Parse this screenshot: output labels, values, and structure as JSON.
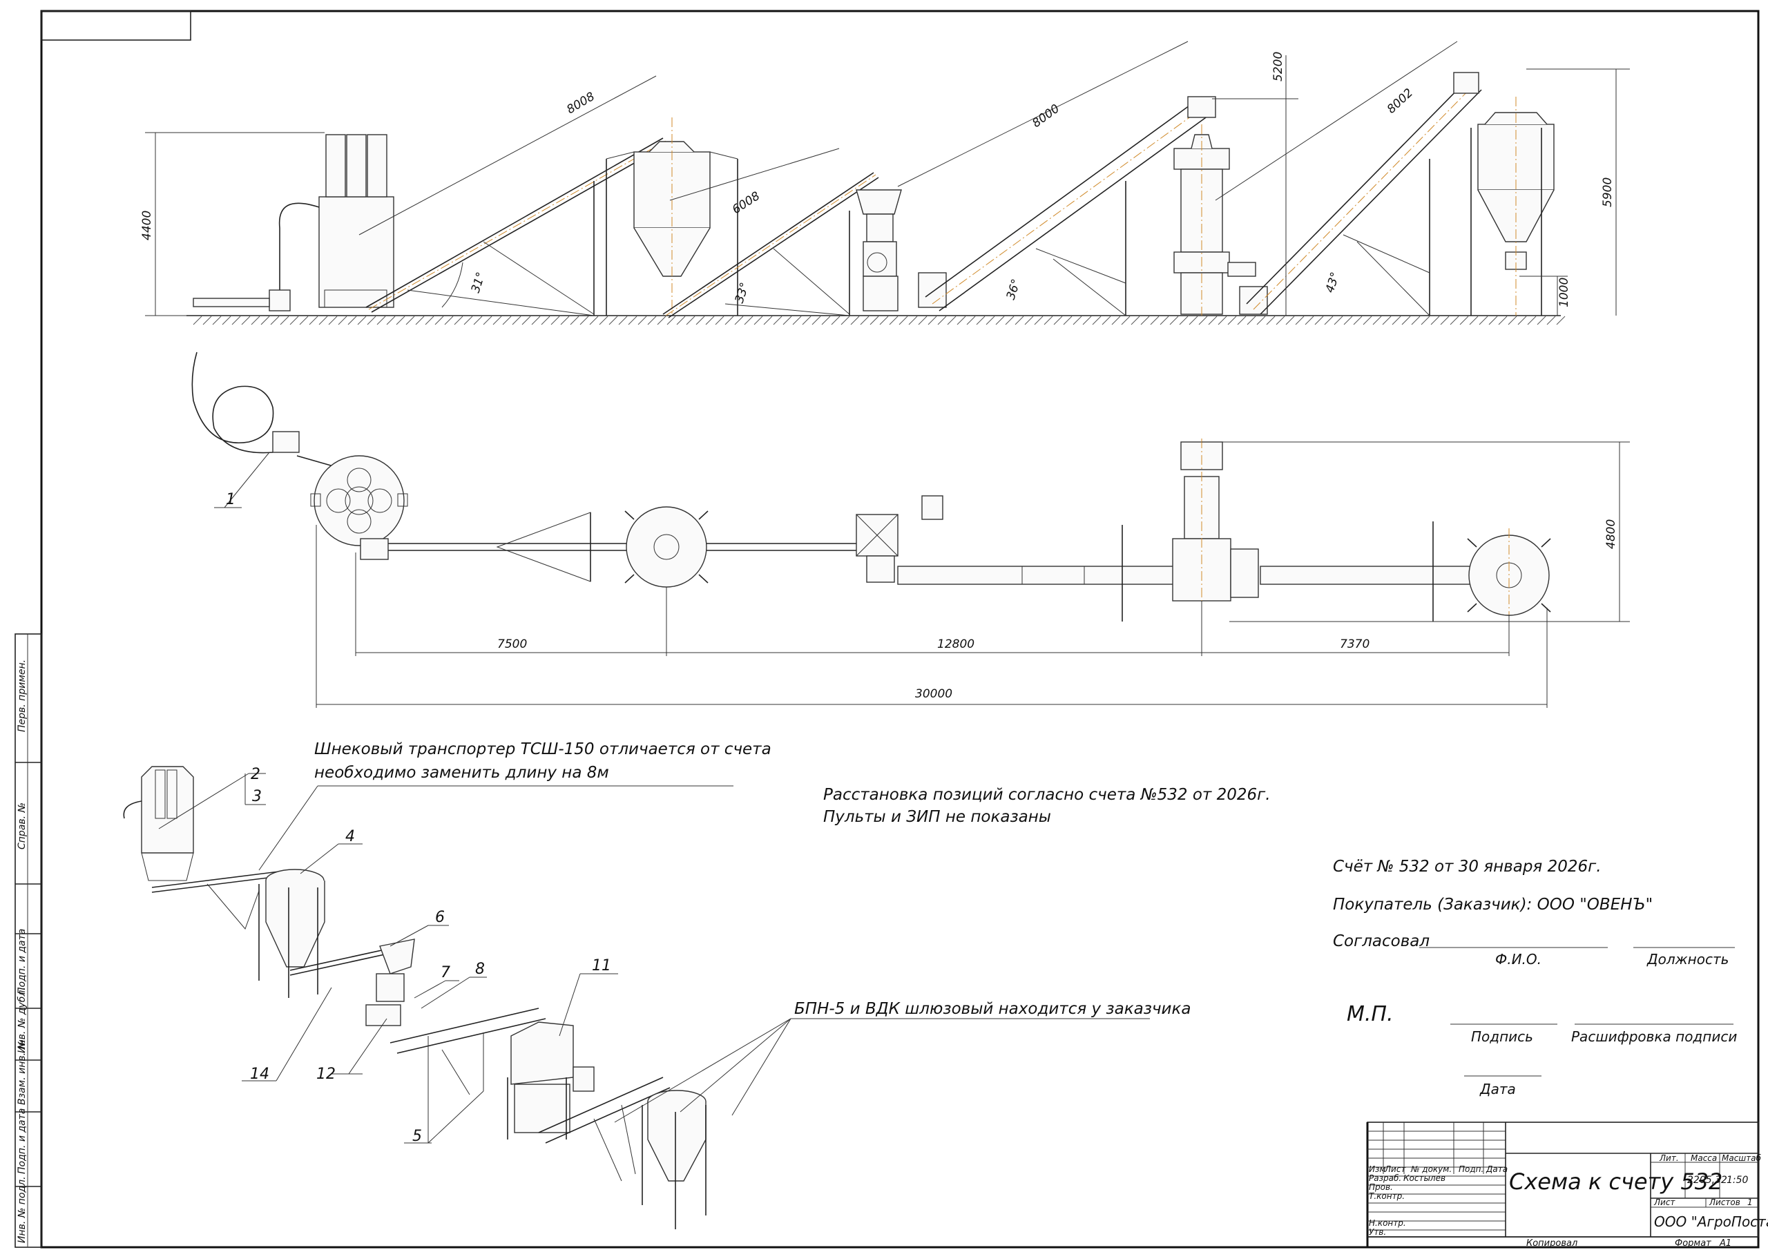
{
  "elevation_dims": {
    "height_left": "4400",
    "conv1_len": "8008",
    "conv2_len": "6008",
    "conv3_len": "8000",
    "conv3_height": "5200",
    "conv4_len": "8002",
    "height_right": "5900",
    "hopper_height": "1000",
    "angle1": "31°",
    "angle2": "33°",
    "angle3": "36°",
    "angle4": "43°"
  },
  "plan_dims": {
    "seg1": "7500",
    "seg2": "12800",
    "seg3": "7370",
    "total": "30000",
    "width": "4800"
  },
  "callouts": [
    "1",
    "2",
    "3",
    "4",
    "5",
    "6",
    "7",
    "8",
    "11",
    "12",
    "14"
  ],
  "notes": {
    "screw_note_line1": "Шнековый транспортер ТСШ-150 отличается от счета",
    "screw_note_line2": "необходимо заменить длину на 8м",
    "layout_note_line1": "Расстановка позиций согласно счета №532 от 2026г.",
    "layout_note_line2": "Пульты и ЗИП не показаны",
    "bpn_note": "БПН-5 и ВДК шлюзовый находится у заказчика"
  },
  "approval": {
    "invoice": "Счёт № 532 от 30 января 2026г.",
    "buyer": "Покупатель (Заказчик): ООО \"ОВЕНЪ\"",
    "agreed": "Согласовал",
    "fio": "Ф.И.О.",
    "position": "Должность",
    "stamp": "М.П.",
    "signature": "Подпись",
    "decoding": "Расшифровка подписи",
    "date": "Дата"
  },
  "side_strip": [
    "Перв. примен.",
    "Справ. №",
    "Подп. и дата",
    "Инв. № дубл.",
    "Взам. инв. №",
    "Подп. и дата",
    "Инв. № подл."
  ],
  "title_block": {
    "title": "Схема к счету 532",
    "col_izm": "Изм",
    "col_list": "Лист",
    "col_doc": "№ докум.",
    "col_podp": "Подп.",
    "col_data": "Дата",
    "razrab": "Разраб.",
    "razrab_name": "Костылев",
    "prov": "Пров.",
    "tkontr": "Т.контр.",
    "nkontr": "Н.контр.",
    "utv": "Утв.",
    "lit": "Лит.",
    "massa": "Масса",
    "masshtab": "Масштаб",
    "mass_value": "2205,32",
    "scale_value": "1:50",
    "sheet_label": "Лист",
    "sheets_label": "Листов",
    "sheets_value": "1",
    "company": "ООО \"АгроПоставка\"",
    "copied": "Копировал",
    "format_label": "Формат",
    "format_value": "А1"
  }
}
